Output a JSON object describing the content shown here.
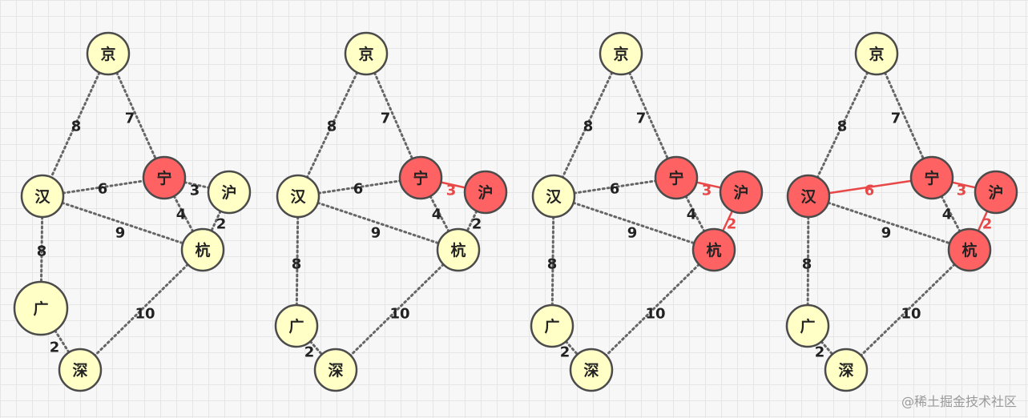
{
  "colors": {
    "node_default": "#ffffc6",
    "node_selected": "#ff6262",
    "node_stroke": "#4b4b4b",
    "edge_default": "#666666",
    "edge_selected": "#e84848",
    "label_default": "#222222",
    "label_selected": "#e84848"
  },
  "watermark": "@稀土掘金技术社区",
  "nodes": [
    {
      "id": "bj",
      "label": "京"
    },
    {
      "id": "nj",
      "label": "宁"
    },
    {
      "id": "sh",
      "label": "沪"
    },
    {
      "id": "wh",
      "label": "汉"
    },
    {
      "id": "hz",
      "label": "杭"
    },
    {
      "id": "gz",
      "label": "广"
    },
    {
      "id": "sz",
      "label": "深"
    }
  ],
  "edges": [
    {
      "from": "bj",
      "to": "wh",
      "weight": "8"
    },
    {
      "from": "bj",
      "to": "nj",
      "weight": "7"
    },
    {
      "from": "wh",
      "to": "nj",
      "weight": "6"
    },
    {
      "from": "nj",
      "to": "sh",
      "weight": "3"
    },
    {
      "from": "nj",
      "to": "hz",
      "weight": "4"
    },
    {
      "from": "sh",
      "to": "hz",
      "weight": "2"
    },
    {
      "from": "wh",
      "to": "hz",
      "weight": "9"
    },
    {
      "from": "wh",
      "to": "gz",
      "weight": "8"
    },
    {
      "from": "hz",
      "to": "sz",
      "weight": "10"
    },
    {
      "from": "gz",
      "to": "sz",
      "weight": "2"
    }
  ],
  "panels": [
    {
      "selected_nodes": [
        "nj"
      ],
      "selected_edges": []
    },
    {
      "selected_nodes": [
        "nj",
        "sh"
      ],
      "selected_edges": [
        "nj-sh"
      ]
    },
    {
      "selected_nodes": [
        "nj",
        "sh",
        "hz"
      ],
      "selected_edges": [
        "nj-sh",
        "sh-hz"
      ]
    },
    {
      "selected_nodes": [
        "nj",
        "sh",
        "hz",
        "wh"
      ],
      "selected_edges": [
        "nj-sh",
        "sh-hz",
        "wh-nj"
      ]
    }
  ]
}
